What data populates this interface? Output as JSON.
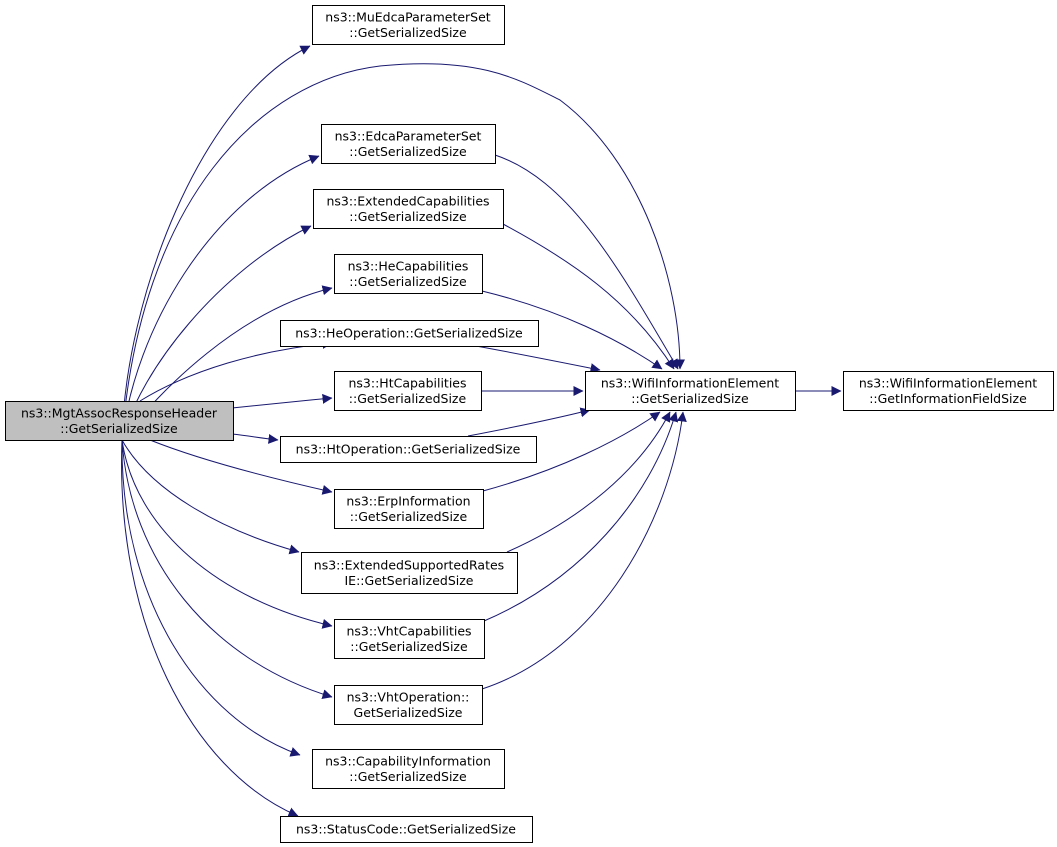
{
  "colors": {
    "edge": "#191970",
    "root_fill": "#bfbfbf",
    "node_fill": "#ffffff",
    "border": "#000000"
  },
  "nodes": [
    {
      "id": "root",
      "lines": [
        "ns3::MgtAssocResponseHeader",
        "::GetSerializedSize"
      ],
      "highlight": true
    },
    {
      "id": "mu_edca",
      "lines": [
        "ns3::MuEdcaParameterSet",
        "::GetSerializedSize"
      ]
    },
    {
      "id": "edca",
      "lines": [
        "ns3::EdcaParameterSet",
        "::GetSerializedSize"
      ]
    },
    {
      "id": "ext_cap",
      "lines": [
        "ns3::ExtendedCapabilities",
        "::GetSerializedSize"
      ]
    },
    {
      "id": "he_cap",
      "lines": [
        "ns3::HeCapabilities",
        "::GetSerializedSize"
      ]
    },
    {
      "id": "he_op",
      "lines": [
        "ns3::HeOperation::GetSerializedSize"
      ]
    },
    {
      "id": "ht_cap",
      "lines": [
        "ns3::HtCapabilities",
        "::GetSerializedSize"
      ]
    },
    {
      "id": "ht_op",
      "lines": [
        "ns3::HtOperation::GetSerializedSize"
      ]
    },
    {
      "id": "erp",
      "lines": [
        "ns3::ErpInformation",
        "::GetSerializedSize"
      ]
    },
    {
      "id": "ext_rates",
      "lines": [
        "ns3::ExtendedSupportedRates",
        "IE::GetSerializedSize"
      ]
    },
    {
      "id": "vht_cap",
      "lines": [
        "ns3::VhtCapabilities",
        "::GetSerializedSize"
      ]
    },
    {
      "id": "vht_op",
      "lines": [
        "ns3::VhtOperation::",
        "GetSerializedSize"
      ]
    },
    {
      "id": "cap_info",
      "lines": [
        "ns3::CapabilityInformation",
        "::GetSerializedSize"
      ]
    },
    {
      "id": "status",
      "lines": [
        "ns3::StatusCode::GetSerializedSize"
      ]
    },
    {
      "id": "wie",
      "lines": [
        "ns3::WifiInformationElement",
        "::GetSerializedSize"
      ]
    },
    {
      "id": "wie_field",
      "lines": [
        "ns3::WifiInformationElement",
        "::GetInformationFieldSize"
      ]
    }
  ],
  "edges": [
    [
      "root",
      "mu_edca"
    ],
    [
      "root",
      "wie"
    ],
    [
      "root",
      "edca"
    ],
    [
      "root",
      "ext_cap"
    ],
    [
      "root",
      "he_cap"
    ],
    [
      "root",
      "he_op"
    ],
    [
      "root",
      "ht_cap"
    ],
    [
      "root",
      "ht_op"
    ],
    [
      "root",
      "erp"
    ],
    [
      "root",
      "ext_rates"
    ],
    [
      "root",
      "vht_cap"
    ],
    [
      "root",
      "vht_op"
    ],
    [
      "root",
      "cap_info"
    ],
    [
      "root",
      "status"
    ],
    [
      "edca",
      "wie"
    ],
    [
      "ext_cap",
      "wie"
    ],
    [
      "he_cap",
      "wie"
    ],
    [
      "he_op",
      "wie"
    ],
    [
      "ht_cap",
      "wie"
    ],
    [
      "ht_op",
      "wie"
    ],
    [
      "erp",
      "wie"
    ],
    [
      "ext_rates",
      "wie"
    ],
    [
      "vht_cap",
      "wie"
    ],
    [
      "vht_op",
      "wie"
    ],
    [
      "wie",
      "wie_field"
    ]
  ]
}
